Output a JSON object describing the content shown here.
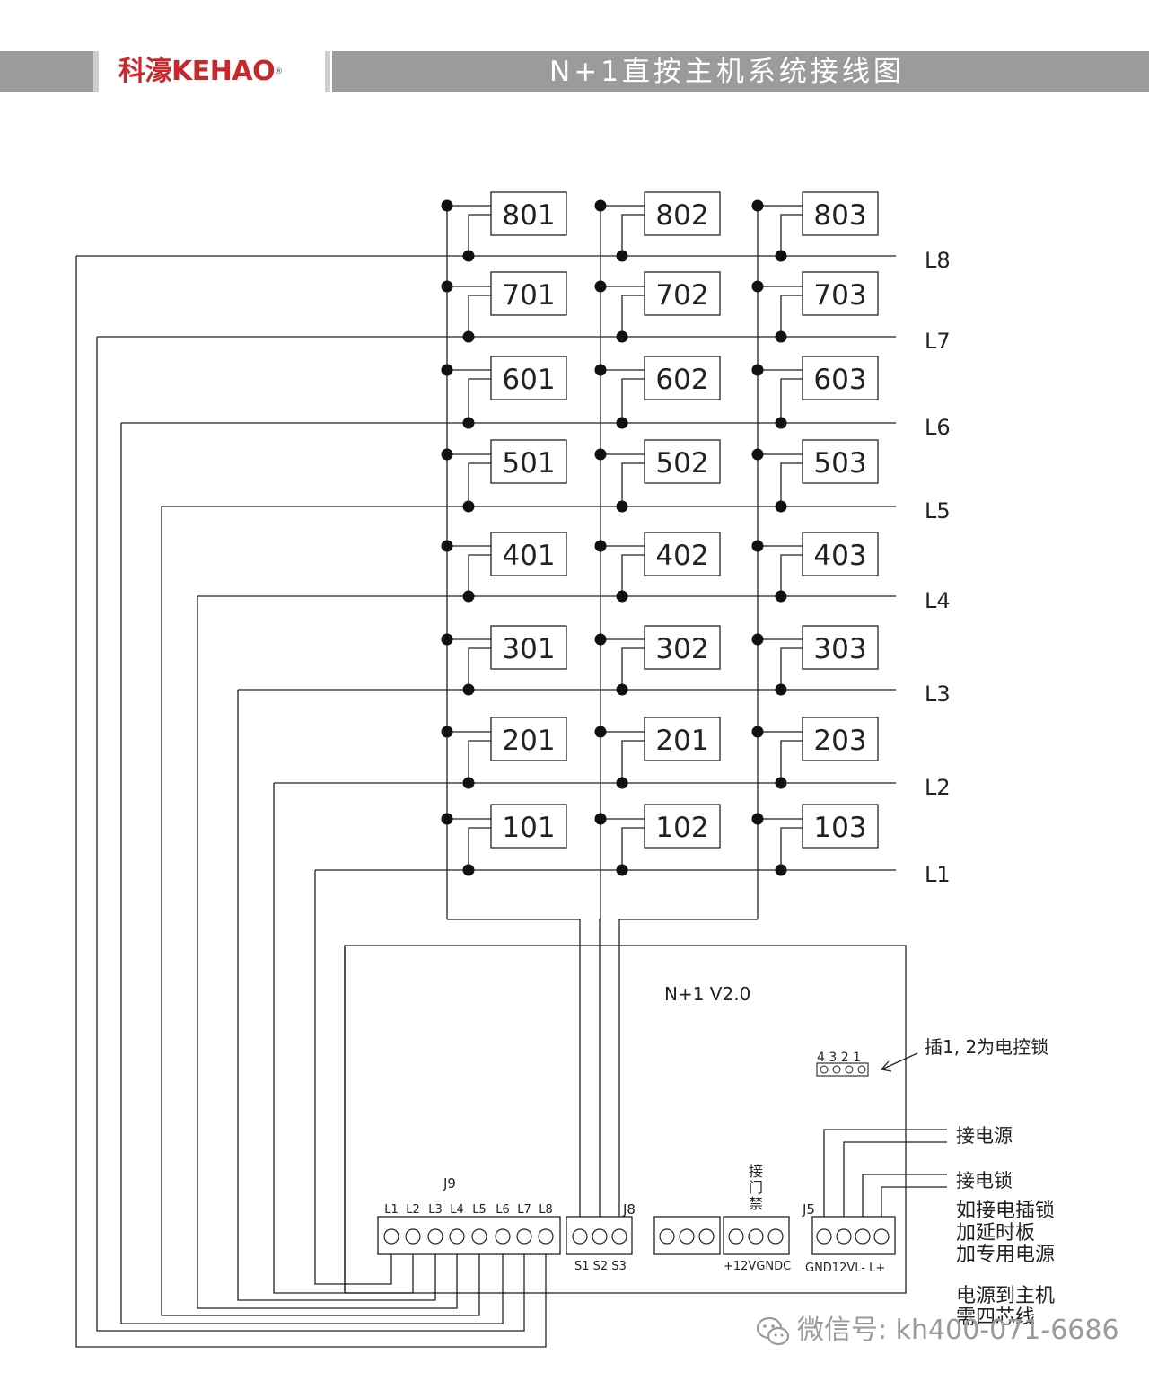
{
  "header": {
    "logo_cn": "科濠",
    "logo_en": "KEHAO",
    "logo_reg": "®",
    "title": "N+1直按主机系统接线图"
  },
  "rooms": {
    "row8": [
      "801",
      "802",
      "803"
    ],
    "row7": [
      "701",
      "702",
      "703"
    ],
    "row6": [
      "601",
      "602",
      "603"
    ],
    "row5": [
      "501",
      "502",
      "503"
    ],
    "row4": [
      "401",
      "402",
      "403"
    ],
    "row3": [
      "301",
      "302",
      "303"
    ],
    "row2": [
      "201",
      "201",
      "203"
    ],
    "row1": [
      "101",
      "102",
      "103"
    ]
  },
  "lines": {
    "L8": "L8",
    "L7": "L7",
    "L6": "L6",
    "L5": "L5",
    "L4": "L4",
    "L3": "L3",
    "L2": "L2",
    "L1": "L1"
  },
  "board": {
    "model": "N+1  V2.0",
    "jumper_pins": "4 3 2 1",
    "jumper_note": "插1, 2为电控锁",
    "j9_label": "J9",
    "j9_pins": [
      "L1",
      "L2",
      "L3",
      "L4",
      "L5",
      "L6",
      "L7",
      "L8"
    ],
    "j8_label": "J8",
    "j8_pins": "S1 S2  S3",
    "door_label_1": "接",
    "door_label_2": "门",
    "door_label_3": "禁",
    "door_pins": "+12VGNDC",
    "j5_label": "J5",
    "j5_pins": "GND12VL-  L+"
  },
  "notes": {
    "power": "接电源",
    "lock": "接电锁",
    "lock_extra_1": "如接电插锁",
    "lock_extra_2": "加延时板",
    "lock_extra_3": "加专用电源",
    "cable_1": "电源到主机",
    "cable_2": "需四芯线"
  },
  "watermark": {
    "text": "微信号: kh400-071-6686",
    "icon": "wechat-icon"
  }
}
